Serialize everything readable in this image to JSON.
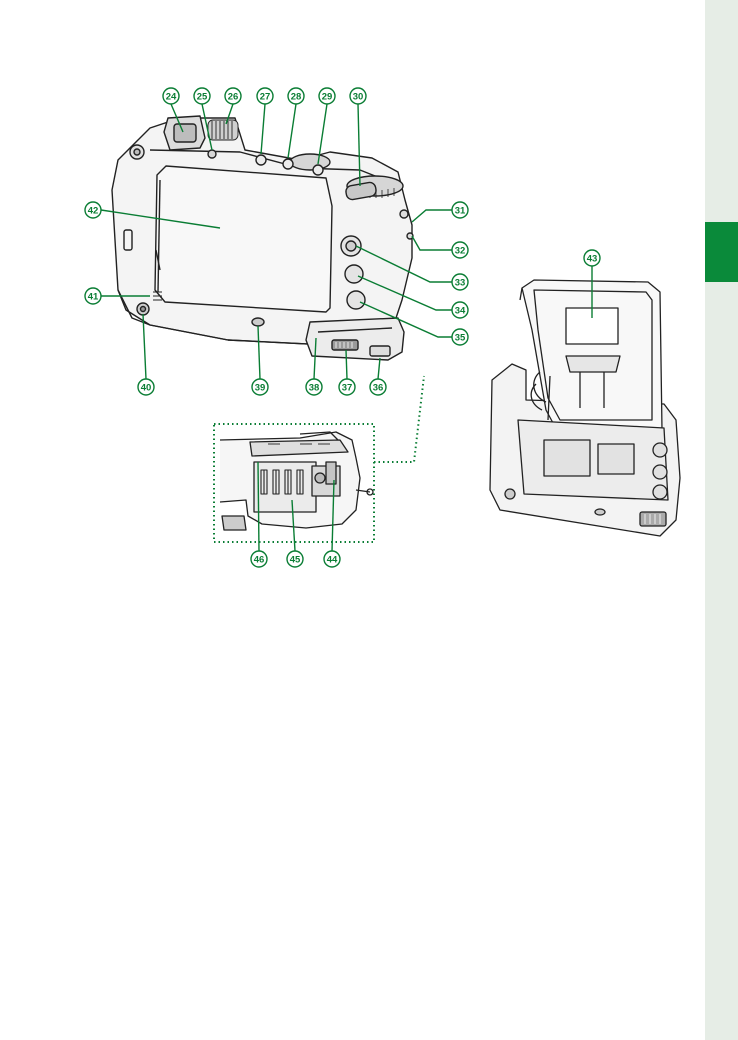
{
  "callouts": [
    {
      "id": "24",
      "label": "24"
    },
    {
      "id": "25",
      "label": "25"
    },
    {
      "id": "26",
      "label": "26"
    },
    {
      "id": "27",
      "label": "27"
    },
    {
      "id": "28",
      "label": "28"
    },
    {
      "id": "29",
      "label": "29"
    },
    {
      "id": "30",
      "label": "30"
    },
    {
      "id": "31",
      "label": "31"
    },
    {
      "id": "32",
      "label": "32"
    },
    {
      "id": "33",
      "label": "33"
    },
    {
      "id": "34",
      "label": "34"
    },
    {
      "id": "35",
      "label": "35"
    },
    {
      "id": "36",
      "label": "36"
    },
    {
      "id": "37",
      "label": "37"
    },
    {
      "id": "38",
      "label": "38"
    },
    {
      "id": "39",
      "label": "39"
    },
    {
      "id": "40",
      "label": "40"
    },
    {
      "id": "41",
      "label": "41"
    },
    {
      "id": "42",
      "label": "42"
    },
    {
      "id": "43",
      "label": "43"
    },
    {
      "id": "44",
      "label": "44"
    },
    {
      "id": "45",
      "label": "45"
    },
    {
      "id": "46",
      "label": "46"
    }
  ],
  "colors": {
    "callout": "#0a7d34",
    "side_tab": "#e6ede6",
    "side_tab_mark": "#0a8a3a"
  }
}
